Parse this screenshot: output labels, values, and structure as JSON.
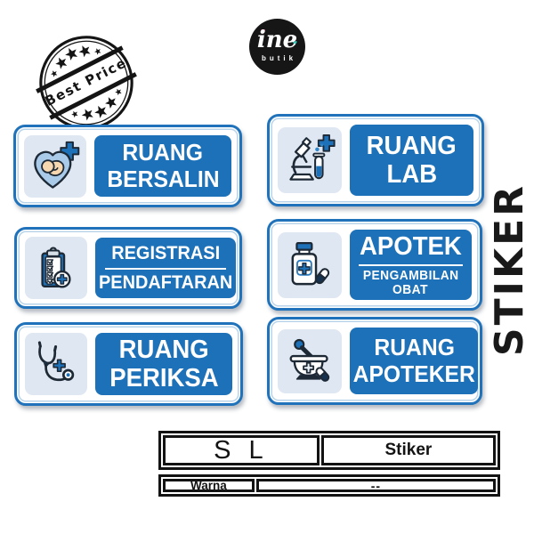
{
  "stamp": {
    "text": "Best Price"
  },
  "logo": {
    "name": "ine",
    "subtitle": "butik",
    "heart_glyph": "♥"
  },
  "side_label": {
    "text": "STIKER"
  },
  "signs": [
    {
      "id": "ruang-bersalin",
      "icon": "baby-heart-icon",
      "lines": [
        "RUANG",
        "BERSALIN"
      ]
    },
    {
      "id": "ruang-lab",
      "icon": "microscope-icon",
      "lines": [
        "RUANG",
        "LAB"
      ]
    },
    {
      "id": "registrasi",
      "icon": "clipboard-icon",
      "lines": [
        "REGISTRASI",
        "PENDAFTARAN"
      ],
      "divider": true
    },
    {
      "id": "apotek",
      "icon": "medicine-bottle-icon",
      "lines": [
        "APOTEK",
        "PENGAMBILAN",
        "OBAT"
      ],
      "divider": true
    },
    {
      "id": "ruang-periksa",
      "icon": "stethoscope-icon",
      "lines": [
        "RUANG",
        "PERIKSA"
      ]
    },
    {
      "id": "ruang-apoteker",
      "icon": "mortar-pestle-icon",
      "lines": [
        "RUANG",
        "APOTEKER"
      ]
    }
  ],
  "spec_table": {
    "size_value": "S L",
    "type_value": "Stiker",
    "color_label": "Warna",
    "color_value": "--"
  },
  "colors": {
    "sign_blue": "#1d71b8",
    "sign_border": "#2073ba",
    "icon_panel_bg": "#dfe7f2",
    "outline_dark": "#1e2936",
    "heart_fill": "#a9cae9",
    "skin": "#f6d7b0",
    "capsule_dark": "#16324f",
    "logo_heart_pink": "#e8417a",
    "logo_heart_teal": "#3ec9b8",
    "stamp_black": "#141414"
  }
}
